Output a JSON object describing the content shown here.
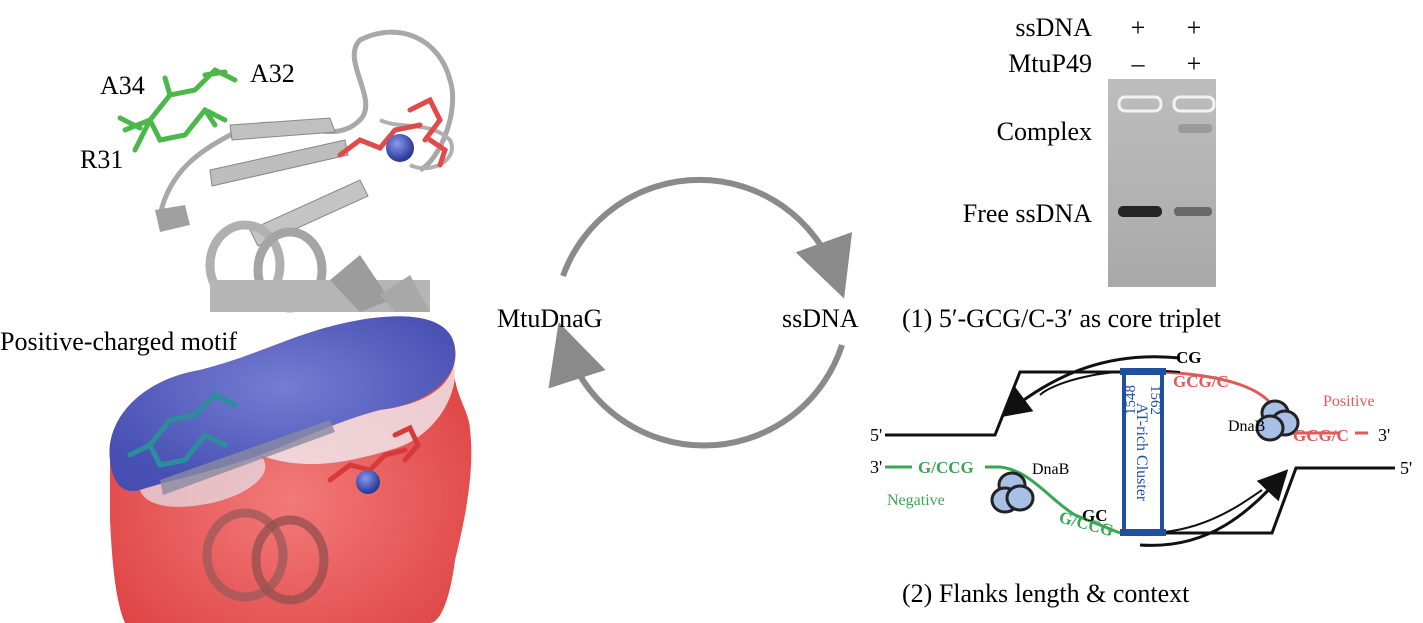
{
  "structure_panel": {
    "residue_labels": [
      "A34",
      "A32",
      "R31"
    ],
    "motif_title": "Positive-charged motif"
  },
  "cycle": {
    "left_label": "MtuDnaG",
    "right_label": "ssDNA"
  },
  "gel": {
    "row_labels": [
      "ssDNA",
      "MtuP49"
    ],
    "lane1_marks": [
      "+",
      "–"
    ],
    "lane2_marks": [
      "+",
      "+"
    ],
    "band_labels": [
      "Complex",
      "Free ssDNA"
    ]
  },
  "point1": "(1) 5′-GCG/C-3′ as core triplet",
  "point2": "(2) Flanks length & context",
  "dna_diagram": {
    "strand_end_labels": [
      "5'",
      "3'",
      "3'",
      "5'"
    ],
    "top_cg": "CG",
    "bottom_gc": "GC",
    "red_seq_top": "GCG/C",
    "red_seq_right": "GCG/C",
    "positive_label": "Positive",
    "green_seq_left": "G/CCG",
    "green_seq_bottom": "G/CCG",
    "negative_label": "Negative",
    "dnab_label": "DnaB",
    "cluster_top": "1562",
    "cluster_text": "AT-rich Cluster",
    "cluster_bottom": "1548",
    "colors": {
      "positive": "#e05a5a",
      "negative": "#3aa655",
      "cluster": "#1f4fa0"
    }
  }
}
